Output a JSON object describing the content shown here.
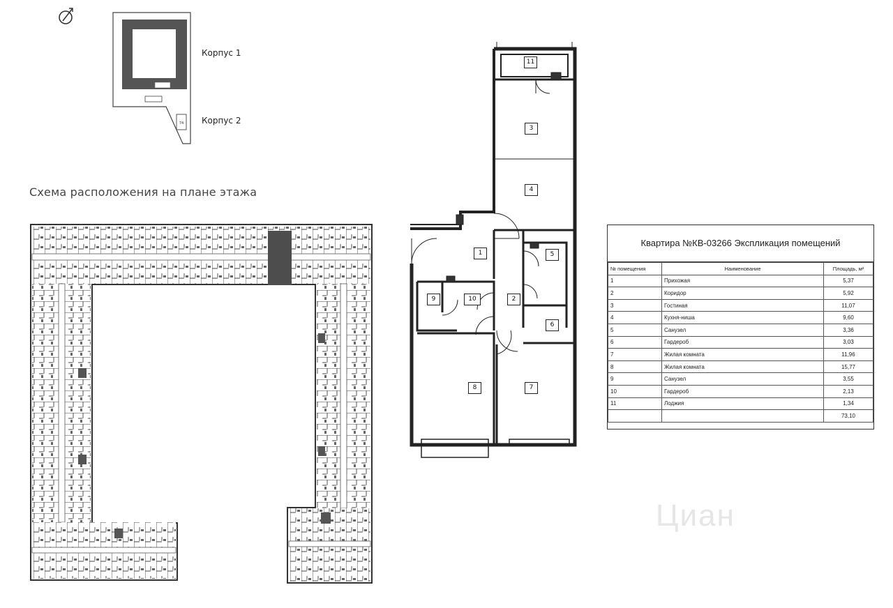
{
  "site_plan": {
    "building1_label": "Корпус 1",
    "building2_label": "Корпус 2"
  },
  "floor_scheme_title": "Схема расположения на плане этажа",
  "apartment_plan": {
    "room_numbers": [
      "1",
      "2",
      "3",
      "4",
      "5",
      "6",
      "7",
      "8",
      "9",
      "10",
      "11"
    ]
  },
  "explication": {
    "title": "Квартира №КВ-03266 Экспликация помещений",
    "headers": [
      "№ помещения",
      "Наименование",
      "Площадь, м²"
    ],
    "rows": [
      {
        "num": "1",
        "name": "Прихожая",
        "area": "5,37"
      },
      {
        "num": "2",
        "name": "Коридор",
        "area": "5,92"
      },
      {
        "num": "3",
        "name": "Гостиная",
        "area": "11,07"
      },
      {
        "num": "4",
        "name": "Кухня-ниша",
        "area": "9,60"
      },
      {
        "num": "5",
        "name": "Санузел",
        "area": "3,36"
      },
      {
        "num": "6",
        "name": "Гардероб",
        "area": "3,03"
      },
      {
        "num": "7",
        "name": "Жилая комната",
        "area": "11,96"
      },
      {
        "num": "8",
        "name": "Жилая комната",
        "area": "15,77"
      },
      {
        "num": "9",
        "name": "Санузел",
        "area": "3,55"
      },
      {
        "num": "10",
        "name": "Гардероб",
        "area": "2,13"
      },
      {
        "num": "11",
        "name": "Лоджия",
        "area": "1,34"
      }
    ],
    "total": "73,10"
  },
  "watermark": "Циан"
}
